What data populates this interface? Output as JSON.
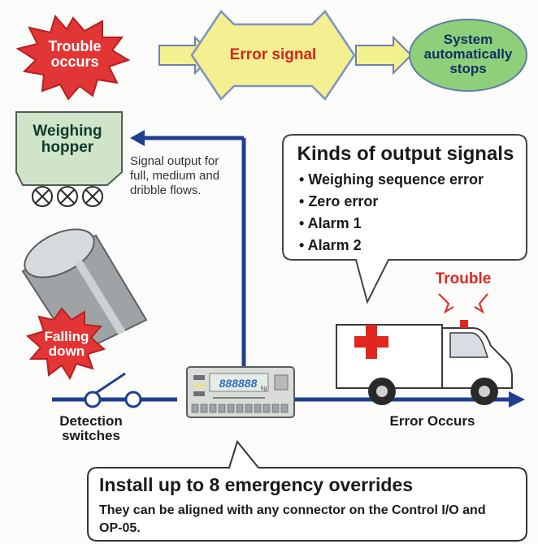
{
  "flow": {
    "trouble": "Trouble occurs",
    "error": "Error signal",
    "system": "System automatically stops"
  },
  "hopper": {
    "title": "Weighing hopper"
  },
  "signal_note": "Signal output for full, medium and dribble flows.",
  "falling": "Falling down",
  "detection": "Detection switches",
  "indicator_display": "888888",
  "indicator_unit": "kg",
  "error_occurs": "Error Occurs",
  "trouble_label": "Trouble",
  "output_signals": {
    "title": "Kinds of output signals",
    "items": [
      "Weighing sequence error",
      "Zero error",
      "Alarm 1",
      "Alarm 2"
    ]
  },
  "install": {
    "title": "Install up to 8 emergency overrides",
    "body": "They can be aligned with any connector on the Control I/O and OP-05."
  },
  "colors": {
    "starburst": "#e23636",
    "arrow_fill": "#f3f08e",
    "error_fill": "#f4f091",
    "error_text": "#d8231a",
    "system_fill": "#8fcf7a",
    "hopper_fill": "#cfe4c9",
    "line_blue": "#1f3f8f",
    "cross_red": "#e0261f"
  }
}
